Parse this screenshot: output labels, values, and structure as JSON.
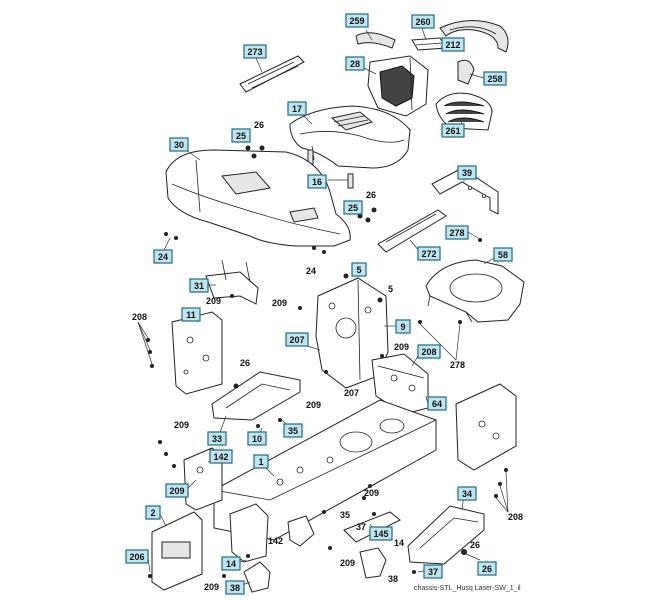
{
  "diagram": {
    "boxed_labels": [
      "259",
      "260",
      "212",
      "273",
      "28",
      "258",
      "17",
      "261",
      "25",
      "30",
      "16",
      "39",
      "25",
      "278",
      "24",
      "272",
      "58",
      "5",
      "31",
      "11",
      "9",
      "207",
      "208",
      "64",
      "33",
      "10",
      "35",
      "142",
      "209",
      "1",
      "34",
      "2",
      "145",
      "206",
      "14",
      "38",
      "37",
      "26"
    ],
    "plain_labels": [
      "26",
      "26",
      "24",
      "209",
      "209",
      "5",
      "208",
      "278",
      "209",
      "26",
      "209",
      "207",
      "209",
      "209",
      "35",
      "142",
      "37",
      "14",
      "209",
      "209",
      "38",
      "26",
      "208"
    ],
    "footer": "chassis-STL_Husq Laser-SW_1_il"
  }
}
